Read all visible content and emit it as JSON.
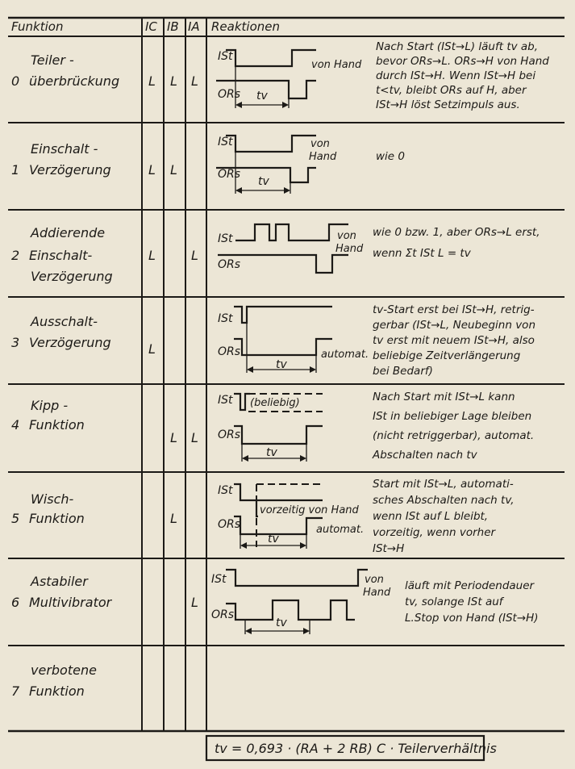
{
  "headers": {
    "funktion": "Funktion",
    "ic": "IC",
    "ib": "IB",
    "ia": "IA",
    "reaktionen": "Reaktionen"
  },
  "signals": {
    "ist": "ISt",
    "ors": "ORs",
    "ors_sub": "S",
    "tv": "tv"
  },
  "rows": [
    {
      "num": "0",
      "name": [
        "Teiler -",
        "überbrückung"
      ],
      "ic": "L",
      "ib": "L",
      "ia": "L",
      "notes": [
        "von Hand"
      ],
      "desc": [
        "Nach Start (ISt→L) läuft tv ab,",
        "bevor ORs→L. ORs→H von Hand",
        "durch ISt→H. Wenn ISt→H bei",
        "t<tv, bleibt ORs auf H, aber",
        "ISt→H löst Setzimpuls aus."
      ]
    },
    {
      "num": "1",
      "name": [
        "Einschalt -",
        "Verzögerung"
      ],
      "ic": "L",
      "ib": "L",
      "ia": "",
      "notes": [
        "von",
        "Hand"
      ],
      "desc": [
        "wie 0"
      ]
    },
    {
      "num": "2",
      "name": [
        "Addierende",
        "Einschalt-",
        "Verzögerung"
      ],
      "ic": "L",
      "ib": "",
      "ia": "L",
      "notes": [
        "von",
        "Hand"
      ],
      "desc": [
        "wie 0 bzw. 1, aber ORs→L erst,",
        "wenn Σt ISt L = tv"
      ]
    },
    {
      "num": "3",
      "name": [
        "Ausschalt-",
        "Verzögerung"
      ],
      "ic": "L",
      "ib": "",
      "ia": "",
      "notes": [
        "automat."
      ],
      "desc": [
        "tv-Start erst bei ISt→H, retrig-",
        "gerbar (ISt→L, Neubeginn von",
        "tv erst mit neuem ISt→H, also",
        "beliebige Zeitverlängerung",
        "bei Bedarf)"
      ]
    },
    {
      "num": "4",
      "name": [
        "Kipp -",
        "Funktion"
      ],
      "ic": "",
      "ib": "L",
      "ia": "L",
      "notes": [
        "(beliebig)"
      ],
      "desc": [
        "Nach Start mit ISt→L kann",
        "ISt in beliebiger Lage bleiben",
        "(nicht retriggerbar), automat.",
        "Abschalten nach tv"
      ]
    },
    {
      "num": "5",
      "name": [
        "Wisch-",
        "Funktion"
      ],
      "ic": "",
      "ib": "L",
      "ia": "",
      "notes": [
        "vorzeitig von Hand",
        "automat."
      ],
      "desc": [
        "Start mit ISt→L, automati-",
        "sches Abschalten nach tv,",
        "wenn ISt auf L bleibt,",
        "vorzeitig, wenn vorher",
        "ISt→H"
      ]
    },
    {
      "num": "6",
      "name": [
        "Astabiler",
        "Multivibrator"
      ],
      "ic": "",
      "ib": "",
      "ia": "L",
      "notes": [
        "von",
        "Hand"
      ],
      "desc": [
        "läuft mit Periodendauer",
        "tv, solange ISt auf",
        "L.Stop von Hand (ISt→H)"
      ]
    },
    {
      "num": "7",
      "name": [
        "verbotene",
        "Funktion"
      ],
      "ic": "",
      "ib": "",
      "ia": "",
      "notes": [],
      "desc": []
    }
  ],
  "formula": "tv = 0,693 · (RA + 2 RB) C · Teilerverhältnis"
}
